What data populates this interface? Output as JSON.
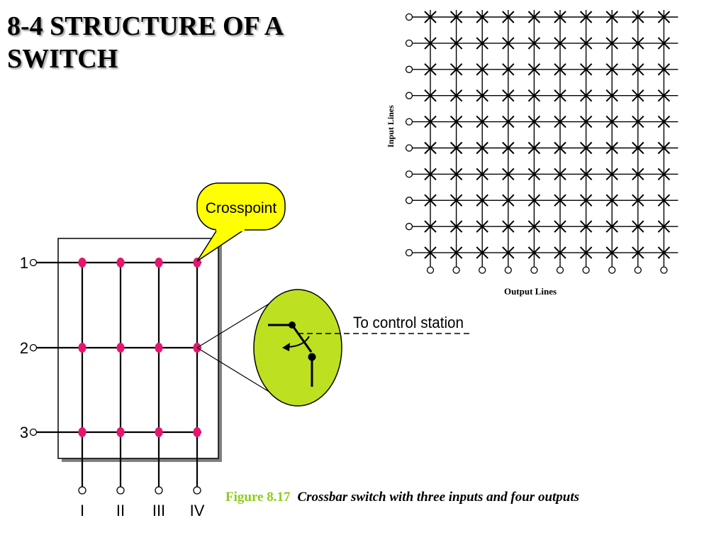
{
  "slide": {
    "title": "8-4   STRUCTURE OF A\nSWITCH"
  },
  "small_switch": {
    "inputs": [
      "1",
      "2",
      "3"
    ],
    "outputs": [
      "I",
      "II",
      "III",
      "IV"
    ],
    "crosspoint_callout": "Crosspoint",
    "control_label": "To control station"
  },
  "large_crossbar": {
    "rows": 10,
    "cols": 10,
    "input_axis_label": "Input Lines",
    "output_axis_label": "Output Lines"
  },
  "caption": {
    "label": "Figure 8.17",
    "text": "Crossbar switch with three inputs and four outputs"
  },
  "colors": {
    "crosspoint": "#e8156f",
    "callout_fill": "#ffff00",
    "magnifier_fill": "#bde021",
    "caption_label": "#8ccc1e"
  }
}
